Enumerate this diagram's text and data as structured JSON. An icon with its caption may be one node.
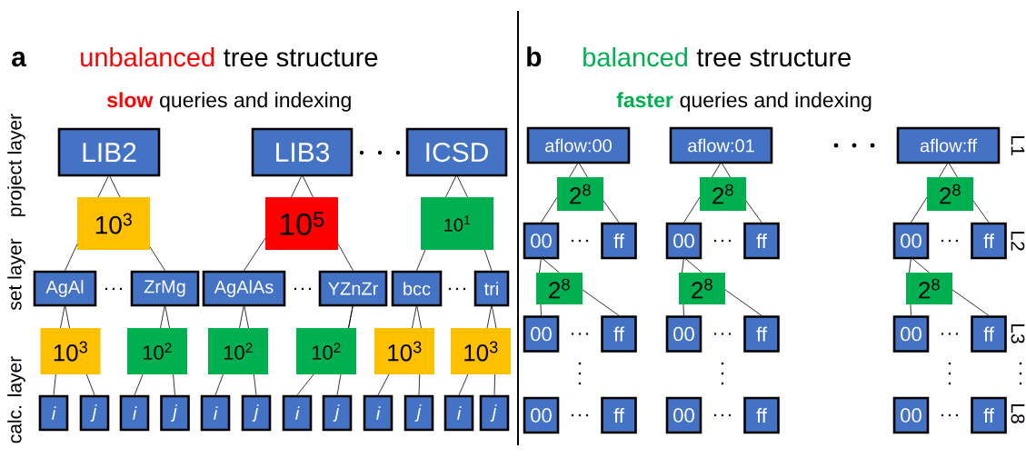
{
  "diagram": {
    "nodes": [
      {
        "text": [
          "LIB2"
        ]
      },
      {
        "text": [
          "LIB3"
        ]
      },
      {
        "text": [
          "ICSD"
        ]
      },
      {
        "text": [
          "10$^{3}$"
        ]
      },
      {
        "text": [
          "10$^{5}$"
        ]
      },
      {
        "text": [
          "10$^{1}$"
        ]
      },
      {
        "text": [
          "AgAl"
        ]
      },
      {
        "text": [
          "ZrMg"
        ]
      },
      {
        "text": [
          "AgAlAs"
        ]
      },
      {
        "text": [
          "YZnZr"
        ]
      },
      {
        "text": [
          "bcc"
        ]
      },
      {
        "text": [
          "tri"
        ]
      },
      {
        "text": [
          "10$^{3}$"
        ]
      },
      {
        "text": [
          "10$^{2}$"
        ]
      },
      {
        "text": [
          "10$^{2}$"
        ]
      },
      {
        "text": [
          "10$^{2}$"
        ]
      },
      {
        "text": [
          "10$^{3}$"
        ]
      },
      {
        "text": [
          "10$^{3}$"
        ]
      },
      {
        "text": [
          "i"
        ]
      },
      {
        "text": [
          "j"
        ]
      },
      {
        "text": [
          "i"
        ]
      },
      {
        "text": [
          "j"
        ]
      },
      {
        "text": [
          "i"
        ]
      },
      {
        "text": [
          "j"
        ]
      },
      {
        "text": [
          "i"
        ]
      },
      {
        "text": [
          "j"
        ]
      },
      {
        "text": [
          "i"
        ]
      },
      {
        "text": [
          "j"
        ]
      },
      {
        "text": [
          "i"
        ]
      },
      {
        "text": [
          "j"
        ]
      },
      {
        "text": [
          "aflow:00"
        ]
      },
      {
        "text": [
          "aflow:01"
        ]
      },
      {
        "text": [
          "aflow:ff"
        ]
      },
      {
        "text": [
          "2$^{8}$"
        ]
      },
      {
        "text": [
          "2$^{8}$"
        ]
      },
      {
        "text": [
          "2$^{8}$"
        ]
      },
      {
        "text": [
          "00"
        ]
      },
      {
        "text": [
          "ff"
        ]
      },
      {
        "text": [
          "00"
        ]
      },
      {
        "text": [
          "ff"
        ]
      },
      {
        "text": [
          "00"
        ]
      },
      {
        "text": [
          "ff"
        ]
      },
      {
        "text": [
          "2$^{8}$"
        ]
      },
      {
        "text": [
          "2$^{8}$"
        ]
      },
      {
        "text": [
          "2$^{8}$"
        ]
      },
      {
        "text": [
          "00"
        ]
      },
      {
        "text": [
          "ff"
        ]
      },
      {
        "text": [
          "00"
        ]
      },
      {
        "text": [
          "ff"
        ]
      },
      {
        "text": [
          "00"
        ]
      },
      {
        "text": [
          "ff"
        ]
      },
      {
        "text": [
          "00"
        ]
      },
      {
        "text": [
          "ff"
        ]
      },
      {
        "text": [
          "00"
        ]
      },
      {
        "text": [
          "ff"
        ]
      },
      {
        "text": [
          "00"
        ]
      },
      {
        "text": [
          "ff"
        ]
      }
    ],
    "edges": [
      {
        "from": 0,
        "to": 3,
        "arrow": "none"
      },
      {
        "from": 3,
        "to": 6,
        "arrow": "none"
      },
      {
        "from": 3,
        "to": 7,
        "arrow": "none"
      },
      {
        "from": 1,
        "to": 4,
        "arrow": "none"
      },
      {
        "from": 4,
        "to": 8,
        "arrow": "none"
      },
      {
        "from": 4,
        "to": 9,
        "arrow": "none"
      },
      {
        "from": 2,
        "to": 5,
        "arrow": "none"
      },
      {
        "from": 5,
        "to": 10,
        "arrow": "none"
      },
      {
        "from": 5,
        "to": 11,
        "arrow": "none"
      },
      {
        "from": 6,
        "to": 12,
        "arrow": "none"
      },
      {
        "from": 12,
        "to": 18,
        "arrow": "none"
      },
      {
        "from": 12,
        "to": 19,
        "arrow": "none"
      },
      {
        "from": 7,
        "to": 13,
        "arrow": "none"
      },
      {
        "from": 13,
        "to": 20,
        "arrow": "none"
      },
      {
        "from": 13,
        "to": 21,
        "arrow": "none"
      },
      {
        "from": 8,
        "to": 14,
        "arrow": "none"
      },
      {
        "from": 14,
        "to": 22,
        "arrow": "none"
      },
      {
        "from": 14,
        "to": 23,
        "arrow": "none"
      },
      {
        "from": 9,
        "to": 15,
        "arrow": "none"
      },
      {
        "from": 15,
        "to": 24,
        "arrow": "none"
      },
      {
        "from": 15,
        "to": 25,
        "arrow": "none"
      },
      {
        "from": 10,
        "to": 16,
        "arrow": "none"
      },
      {
        "from": 16,
        "to": 26,
        "arrow": "none"
      },
      {
        "from": 16,
        "to": 27,
        "arrow": "none"
      },
      {
        "from": 11,
        "to": 17,
        "arrow": "none"
      },
      {
        "from": 17,
        "to": 28,
        "arrow": "none"
      },
      {
        "from": 17,
        "to": 29,
        "arrow": "none"
      },
      {
        "from": 30,
        "to": 33,
        "arrow": "none"
      },
      {
        "from": 33,
        "to": 36,
        "arrow": "none"
      },
      {
        "from": 33,
        "to": 37,
        "arrow": "none"
      },
      {
        "from": 31,
        "to": 34,
        "arrow": "none"
      },
      {
        "from": 34,
        "to": 38,
        "arrow": "none"
      },
      {
        "from": 34,
        "to": 39,
        "arrow": "none"
      },
      {
        "from": 32,
        "to": 35,
        "arrow": "none"
      },
      {
        "from": 35,
        "to": 40,
        "arrow": "none"
      },
      {
        "from": 35,
        "to": 41,
        "arrow": "none"
      },
      {
        "from": 36,
        "to": 42,
        "arrow": "none"
      },
      {
        "from": 42,
        "to": 45,
        "arrow": "none"
      },
      {
        "from": 42,
        "to": 46,
        "arrow": "none"
      },
      {
        "from": 38,
        "to": 43,
        "arrow": "none"
      },
      {
        "from": 43,
        "to": 47,
        "arrow": "none"
      },
      {
        "from": 43,
        "to": 48,
        "arrow": "none"
      },
      {
        "from": 40,
        "to": 44,
        "arrow": "none"
      },
      {
        "from": 44,
        "to": 49,
        "arrow": "none"
      },
      {
        "from": 44,
        "to": 50,
        "arrow": "none"
      }
    ],
    "labels": [
      "a",
      "unbalanced",
      "tree structure",
      "b",
      "balanced",
      "tree structure",
      "slow",
      "queries and indexing",
      "faster",
      "queries and indexing",
      "project layer",
      "L1",
      "set layer",
      "L2",
      "L3",
      "calc. layer",
      "L8"
    ]
  }
}
